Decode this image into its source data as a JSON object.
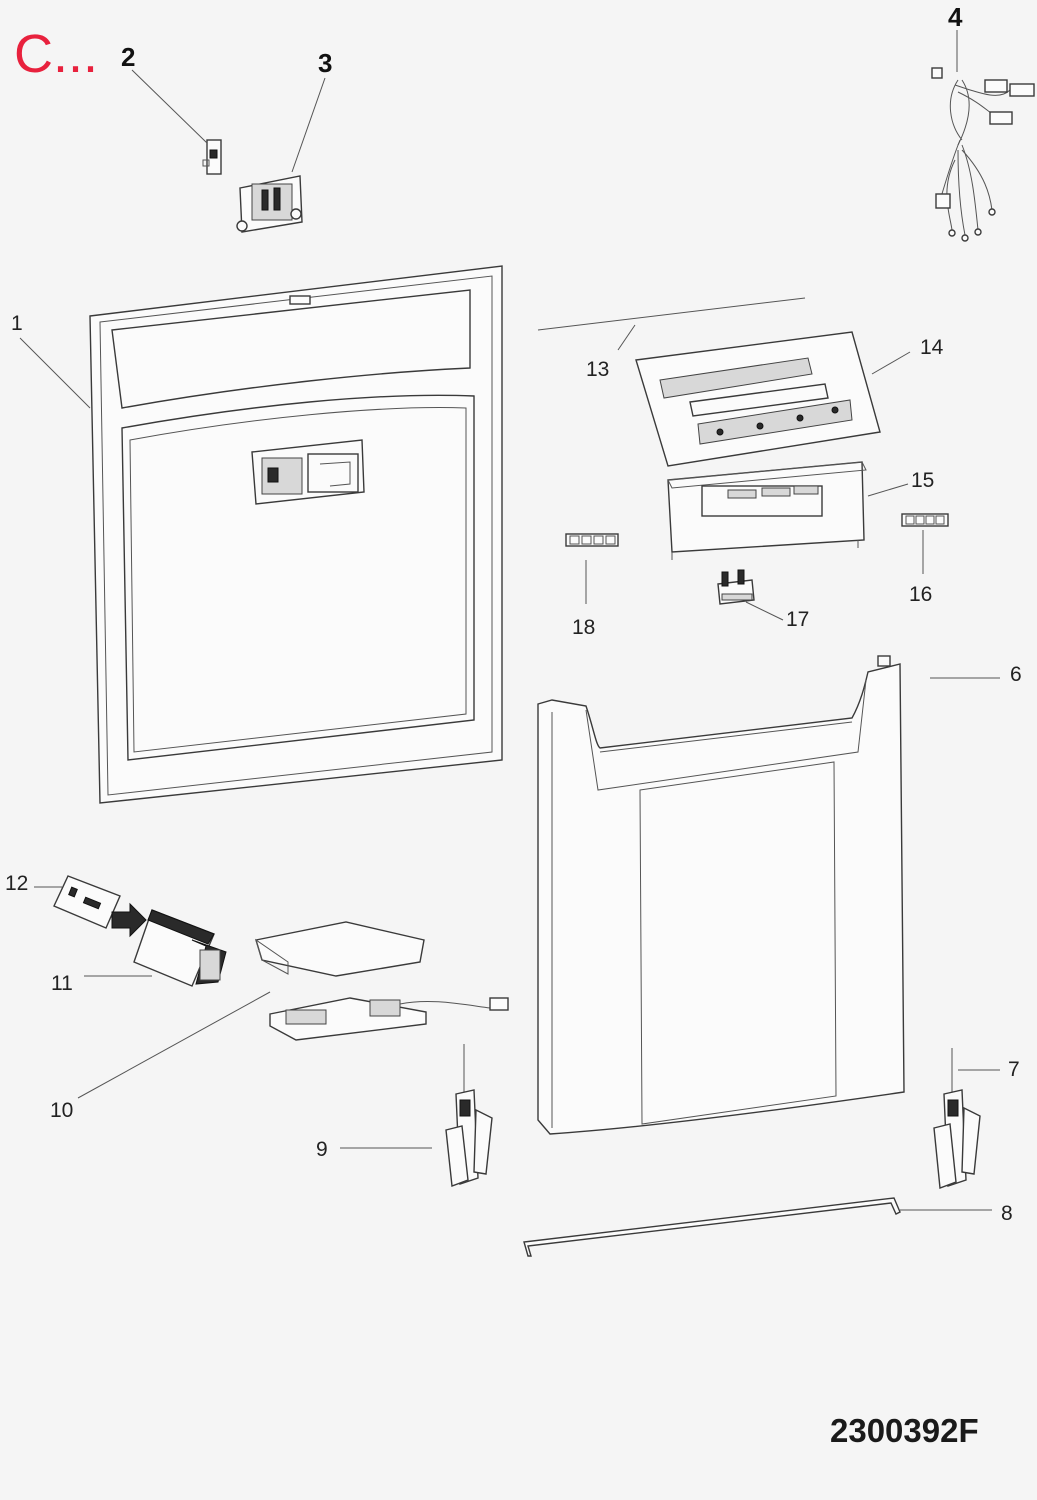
{
  "corner_marker": {
    "text": "C...",
    "color": "#e8213d"
  },
  "reference_code": "2300392F",
  "labels": {
    "l1": "1",
    "l2": "2",
    "l3": "3",
    "l4": "4",
    "l6": "6",
    "l7": "7",
    "l8": "8",
    "l9": "9",
    "l10": "10",
    "l11": "11",
    "l12": "12",
    "l13": "13",
    "l14": "14",
    "l15": "15",
    "l16": "16",
    "l17": "17",
    "l18": "18"
  }
}
